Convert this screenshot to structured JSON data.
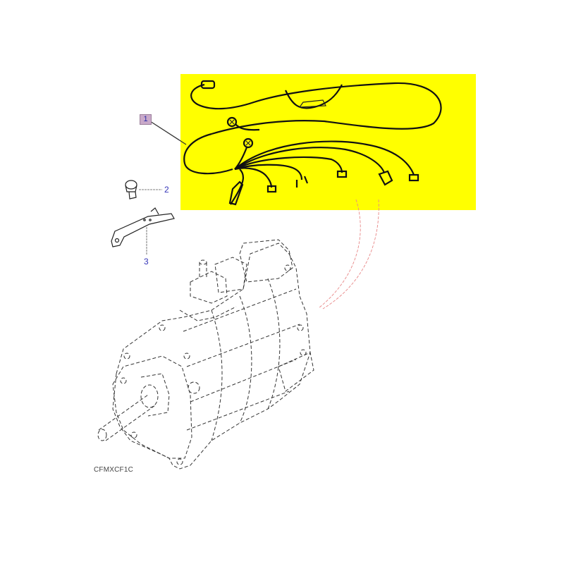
{
  "diagram": {
    "type": "exploded parts diagram",
    "subject": "gearbox with wiring harness",
    "highlight_color": "#ffff00",
    "callout_box_color": "#c9a9c9",
    "callout_text_color": "#3434b8",
    "leader_line_color": "#e88888"
  },
  "callouts": [
    {
      "number": "1",
      "part": "wiring-harness",
      "highlighted": true
    },
    {
      "number": "2",
      "part": "bolt"
    },
    {
      "number": "3",
      "part": "bracket"
    }
  ],
  "reference_code": "CFMXCF1C"
}
